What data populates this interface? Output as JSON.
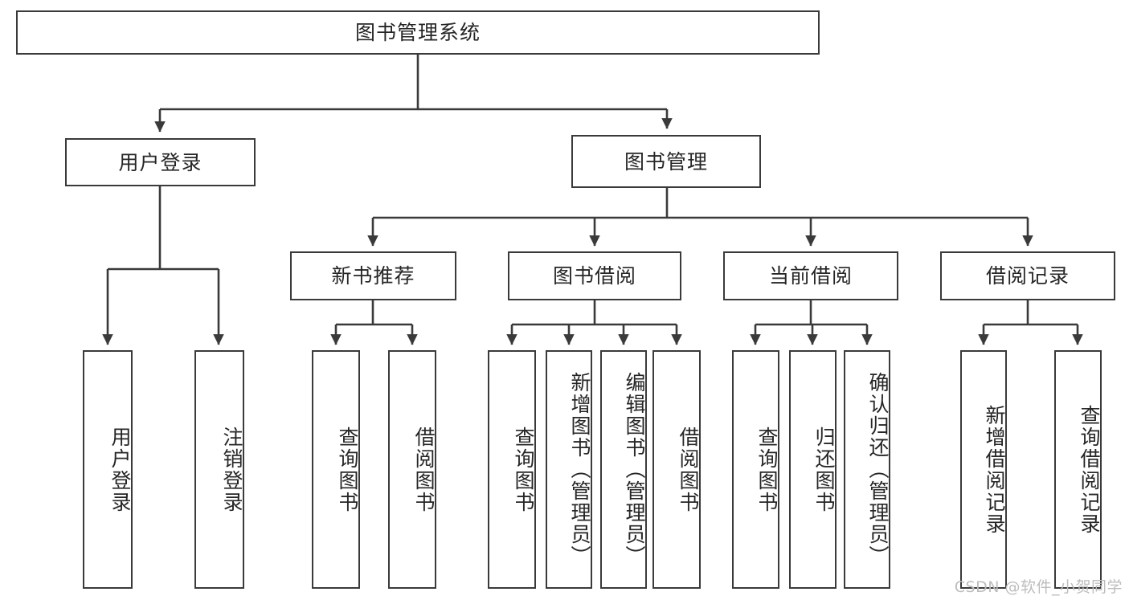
{
  "diagram": {
    "type": "tree-hierarchy",
    "title": "图书管理系统",
    "root": {
      "label": "图书管理系统"
    },
    "level1": [
      {
        "id": "user-login",
        "label": "用户登录"
      },
      {
        "id": "book-manage",
        "label": "图书管理"
      }
    ],
    "level2": [
      {
        "id": "new-book-recommend",
        "label": "新书推荐",
        "parent": "book-manage"
      },
      {
        "id": "book-borrow",
        "label": "图书借阅",
        "parent": "book-manage"
      },
      {
        "id": "current-borrow",
        "label": "当前借阅",
        "parent": "book-manage"
      },
      {
        "id": "borrow-record",
        "label": "借阅记录",
        "parent": "book-manage"
      }
    ],
    "leaves": [
      {
        "id": "leaf-user-login",
        "label": "用户登录",
        "parent": "user-login"
      },
      {
        "id": "leaf-logout",
        "label": "注销登录",
        "parent": "user-login"
      },
      {
        "id": "leaf-query-book-1",
        "label": "查询图书",
        "parent": "new-book-recommend"
      },
      {
        "id": "leaf-borrow-book-1",
        "label": "借阅图书",
        "parent": "new-book-recommend"
      },
      {
        "id": "leaf-query-book-2",
        "label": "查询图书",
        "parent": "book-borrow"
      },
      {
        "id": "leaf-add-book",
        "label": "新增图书（管理员）",
        "parent": "book-borrow"
      },
      {
        "id": "leaf-edit-book",
        "label": "编辑图书（管理员）",
        "parent": "book-borrow"
      },
      {
        "id": "leaf-borrow-book-2",
        "label": "借阅图书",
        "parent": "book-borrow"
      },
      {
        "id": "leaf-query-book-3",
        "label": "查询图书",
        "parent": "current-borrow"
      },
      {
        "id": "leaf-return-book",
        "label": "归还图书",
        "parent": "current-borrow"
      },
      {
        "id": "leaf-confirm-return",
        "label": "确认归还（管理员）",
        "parent": "current-borrow"
      },
      {
        "id": "leaf-add-record",
        "label": "新增借阅记录",
        "parent": "borrow-record"
      },
      {
        "id": "leaf-query-record",
        "label": "查询借阅记录",
        "parent": "borrow-record"
      }
    ],
    "colors": {
      "stroke": "#3a3a3a",
      "text": "#262626",
      "background": "#ffffff",
      "watermark": "#bdbdbd"
    }
  },
  "watermark": {
    "text": "CSDN @软件_小贺同学"
  }
}
